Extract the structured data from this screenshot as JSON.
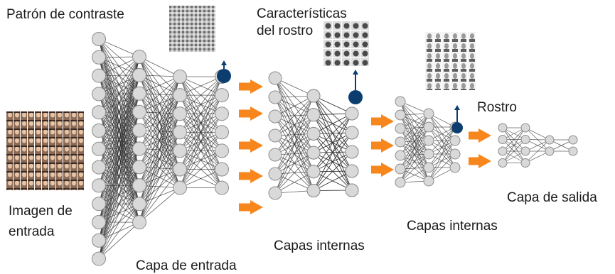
{
  "labels": {
    "contrast_pattern": "Patrón de contraste",
    "face_features": "Características\ndel rostro",
    "face": "Rostro",
    "input_image": "Imagen de\nentrada",
    "input_layer": "Capa de entrada",
    "inner_layers_1": "Capas internas",
    "inner_layers_2": "Capas internas",
    "output_layer": "Capa de salida"
  },
  "colors": {
    "node_fill": "#d9d9d9",
    "node_stroke": "#8c8c8c",
    "edge": "#2b2b2b",
    "highlight_node": "#0b3d6e",
    "arrow": "#f7861d"
  },
  "icons": {
    "flow_arrow": "orange-right-arrow",
    "feature_output": "blue-up-arrow",
    "feature_thumbs": "image-grid-thumbnail"
  }
}
